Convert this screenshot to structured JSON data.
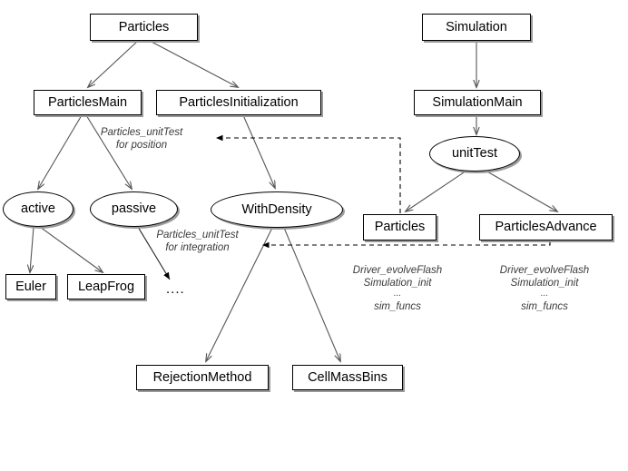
{
  "diagram": {
    "title": "Particles and Simulation unit test call graph",
    "colors": {
      "node_border": "#000000",
      "node_fill": "#ffffff",
      "node_shadow": "#9a9a9a",
      "edge_solid": "#555555",
      "edge_dashed": "#000000",
      "annotation_text": "#3a3a3a",
      "background": "#ffffff"
    },
    "nodes": [
      {
        "id": "particles",
        "label": "Particles",
        "shape": "box"
      },
      {
        "id": "particles_main",
        "label": "ParticlesMain",
        "shape": "box"
      },
      {
        "id": "particles_init",
        "label": "ParticlesInitialization",
        "shape": "box"
      },
      {
        "id": "active",
        "label": "active",
        "shape": "ellipse"
      },
      {
        "id": "passive",
        "label": "passive",
        "shape": "ellipse"
      },
      {
        "id": "with_density",
        "label": "WithDensity",
        "shape": "ellipse"
      },
      {
        "id": "euler",
        "label": "Euler",
        "shape": "box"
      },
      {
        "id": "leapfrog",
        "label": "LeapFrog",
        "shape": "box"
      },
      {
        "id": "rejection_method",
        "label": "RejectionMethod",
        "shape": "box"
      },
      {
        "id": "cell_mass_bins",
        "label": "CellMassBins",
        "shape": "box"
      },
      {
        "id": "simulation",
        "label": "Simulation",
        "shape": "box"
      },
      {
        "id": "simulation_main",
        "label": "SimulationMain",
        "shape": "box"
      },
      {
        "id": "unit_test",
        "label": "unitTest",
        "shape": "ellipse"
      },
      {
        "id": "sim_particles",
        "label": "Particles",
        "shape": "box"
      },
      {
        "id": "particles_advance",
        "label": "ParticlesAdvance",
        "shape": "box"
      }
    ],
    "ellipsis_marker": "....",
    "annotations": [
      {
        "id": "annot-position",
        "text": "Particles_unitTest\nfor position"
      },
      {
        "id": "annot-integration",
        "text": "Particles_unitTest\nfor integration"
      },
      {
        "id": "annot-sim-funcs-left",
        "text": "Driver_evolveFlash\nSimulation_init"
      },
      {
        "id": "annot-sim-funcs-left-dots",
        "text": "..."
      },
      {
        "id": "annot-sim-funcs-left-name",
        "text": "sim_funcs"
      },
      {
        "id": "annot-sim-funcs-right",
        "text": "Driver_evolveFlash\nSimulation_init"
      },
      {
        "id": "annot-sim-funcs-right-dots",
        "text": "..."
      },
      {
        "id": "annot-sim-funcs-right-name",
        "text": "sim_funcs"
      }
    ],
    "edges": [
      {
        "from": "particles",
        "to": "particles_main",
        "style": "solid"
      },
      {
        "from": "particles",
        "to": "particles_init",
        "style": "solid"
      },
      {
        "from": "particles_main",
        "to": "active",
        "style": "solid"
      },
      {
        "from": "particles_main",
        "to": "passive",
        "style": "solid"
      },
      {
        "from": "particles_init",
        "to": "with_density",
        "style": "solid"
      },
      {
        "from": "active",
        "to": "euler",
        "style": "solid"
      },
      {
        "from": "active",
        "to": "leapfrog",
        "style": "solid"
      },
      {
        "from": "passive",
        "to": "ellipsis",
        "style": "solid"
      },
      {
        "from": "with_density",
        "to": "rejection_method",
        "style": "solid"
      },
      {
        "from": "with_density",
        "to": "cell_mass_bins",
        "style": "solid"
      },
      {
        "from": "simulation",
        "to": "simulation_main",
        "style": "solid"
      },
      {
        "from": "simulation_main",
        "to": "unit_test",
        "style": "solid"
      },
      {
        "from": "unit_test",
        "to": "sim_particles",
        "style": "solid"
      },
      {
        "from": "unit_test",
        "to": "particles_advance",
        "style": "solid"
      },
      {
        "from": "sim_particles",
        "to": "particles_main",
        "style": "dashed"
      },
      {
        "from": "particles_advance",
        "to": "with_density",
        "style": "dashed"
      }
    ]
  }
}
